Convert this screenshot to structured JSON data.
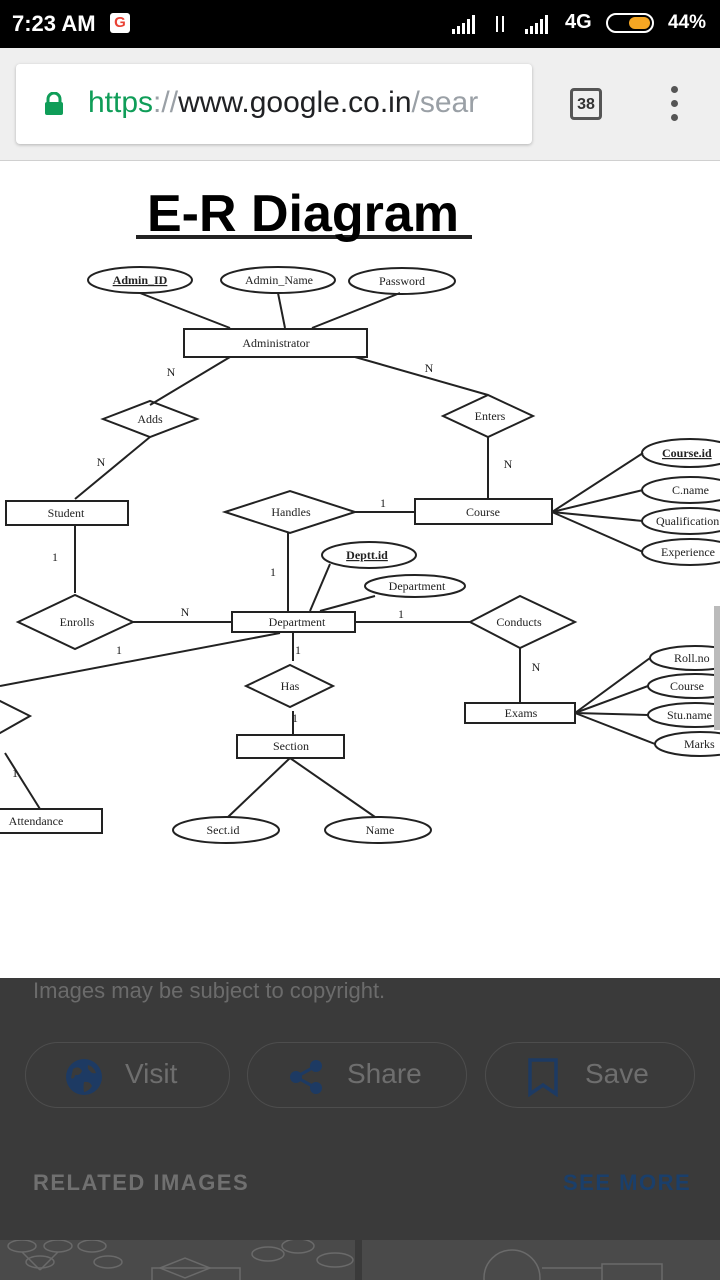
{
  "status_bar": {
    "time": "7:23 AM",
    "network": "4G",
    "battery": "44%",
    "battery_level": 0.44
  },
  "browser": {
    "url_scheme": "https",
    "url_separator": "://",
    "url_host": "www.google.co.in",
    "url_path": "/sear",
    "tab_count": "38"
  },
  "diagram": {
    "title": "E-R Diagram",
    "entities": [
      "Administrator",
      "Student",
      "Course",
      "Department",
      "Exams",
      "Section",
      "Attendance"
    ],
    "relationships": [
      "Adds",
      "Enters",
      "Handles",
      "Enrolls",
      "Conducts",
      "Has"
    ],
    "attributes": {
      "administrator": [
        "Admin_ID",
        "Admin_Name",
        "Password"
      ],
      "course": [
        "Course.id",
        "C.name",
        "Qualification",
        "Experience"
      ],
      "department": [
        "Deptt.id",
        "Department"
      ],
      "exams": [
        "Roll.no",
        "Course",
        "Stu.name",
        "Marks"
      ],
      "section": [
        "Sect.id",
        "Name"
      ]
    },
    "cardinality": {
      "n": "N",
      "one": "1"
    }
  },
  "footer": {
    "copyright": "Images may be subject to copyright.",
    "visit": "Visit",
    "share": "Share",
    "save": "Save",
    "related": "RELATED IMAGES",
    "see_more": "SEE MORE"
  }
}
